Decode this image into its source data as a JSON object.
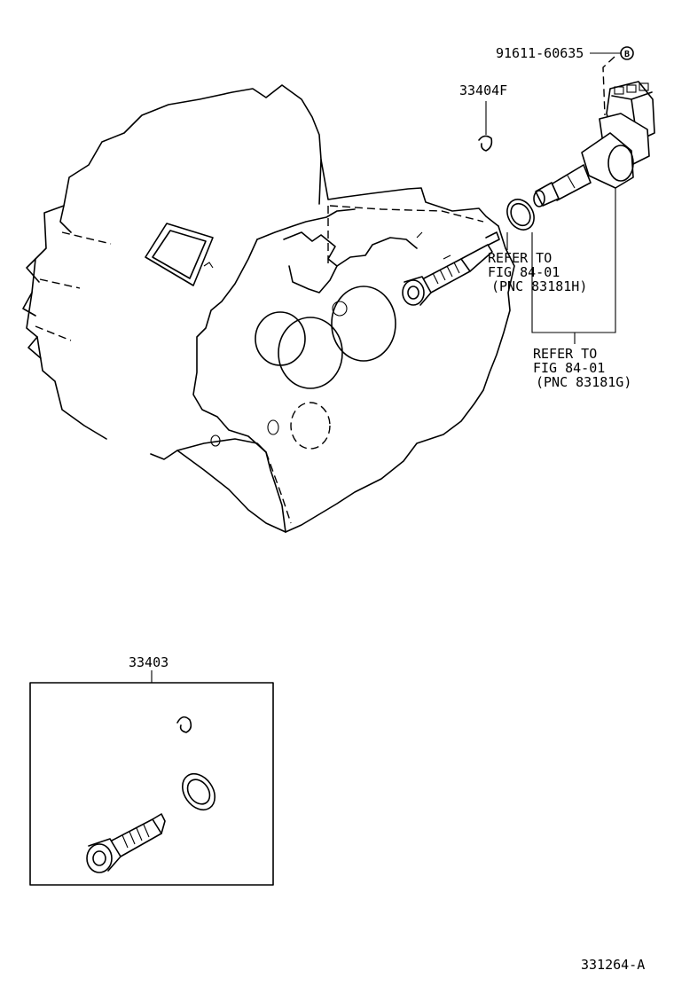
{
  "labels": {
    "sensor_bolt_pn": "91611-60635",
    "sensor_bolt_marker": "B",
    "clip_pn": "33404F",
    "refer_h_line1": "REFER TO",
    "refer_h_line2": "FIG 84-01",
    "refer_h_line3": "(PNC 83181H)",
    "refer_g_line1": "REFER TO",
    "refer_g_line2": "FIG 84-01",
    "refer_g_line3": "(PNC 83181G)",
    "kit_pn": "33403",
    "figure_id": "331264-A"
  }
}
